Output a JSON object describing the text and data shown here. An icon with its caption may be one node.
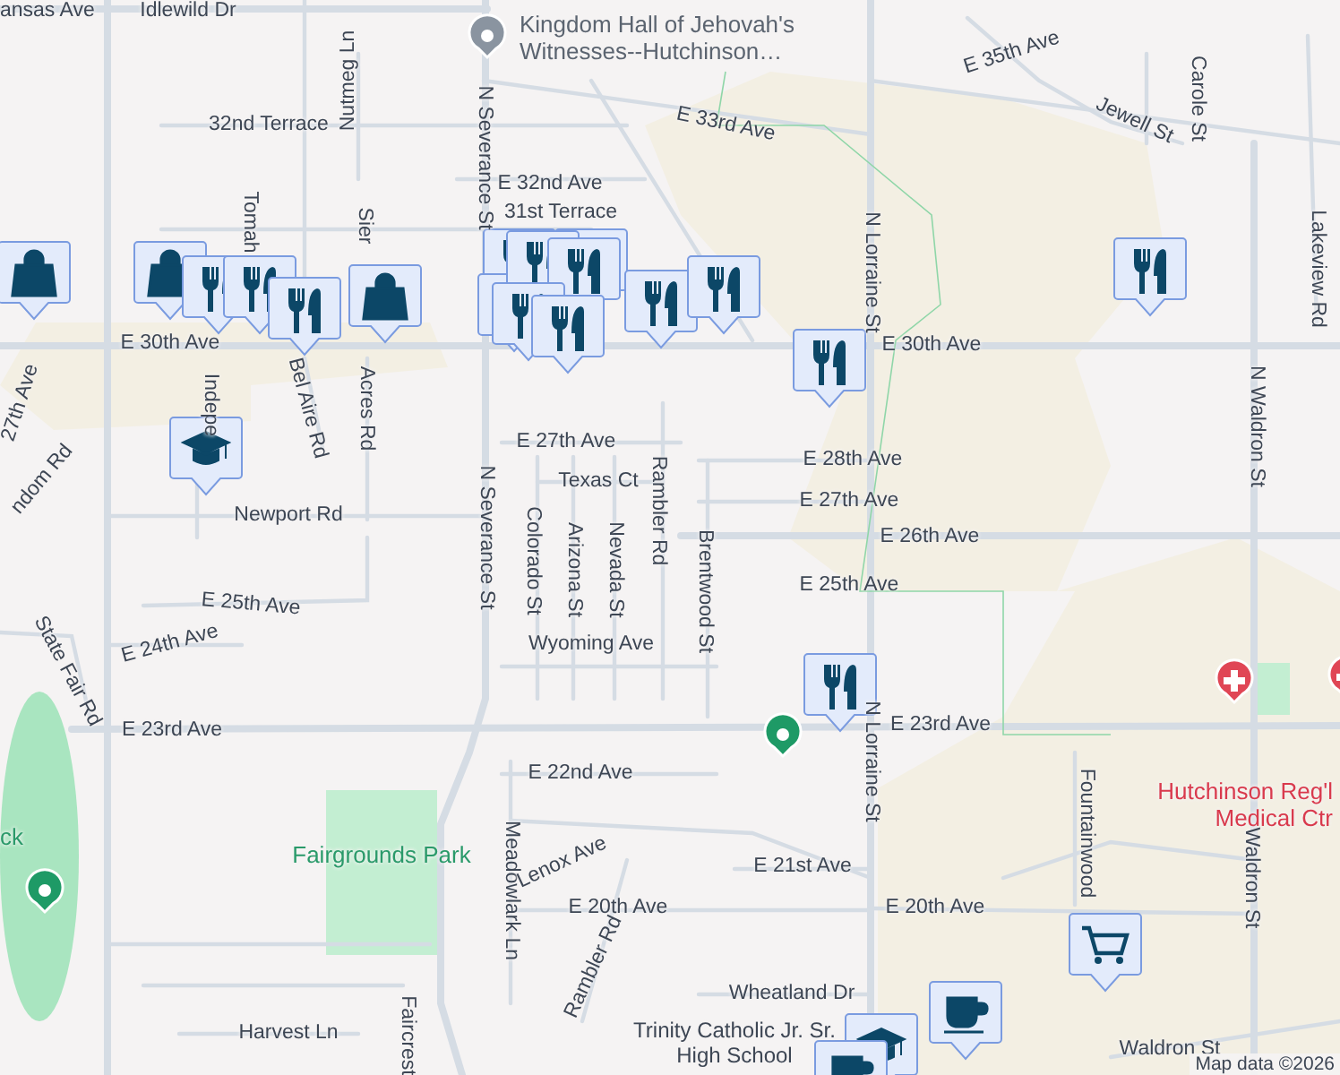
{
  "diagram": {
    "labels": [
      "ansas Ave",
      "Idlewild Dr",
      "Kingdom Hall of Jehovah's Witnesses--Hutchinson…",
      "32nd Terrace",
      "Nutmeg Ln",
      "E 33rd Ave",
      "E 35th Ave",
      "Jewell St",
      "Carole St",
      "N Severance St",
      "E 32nd Ave",
      "31st Terrace",
      "Tomah",
      "Sier",
      "N Lorraine St",
      "Lakeview Rd",
      "E 30th Ave",
      "E 30th Ave",
      "27th Ave",
      "Indepe",
      "Bel Aire Rd",
      "Acres Rd",
      "N Waldron St",
      "E 27th Ave",
      "E 28th Ave",
      "Texas Ct",
      "Rambler Rd",
      "ndom Rd",
      "Newport Rd",
      "E 27th Ave",
      "N Severance St",
      "Colorado St",
      "Arizona St",
      "Nevada St",
      "Brentwood St",
      "E 26th Ave",
      "E 25th Ave",
      "E 25th Ave",
      "E 24th Ave",
      "State Fair Rd",
      "Wyoming Ave",
      "N Lorraine St",
      "E 23rd Ave",
      "E 23rd Ave",
      "Hutchinson Reg'l Medical Ctr",
      "E 22nd Ave",
      "ck",
      "Fairgrounds Park",
      "Meadowlark Ln",
      "Fountainwood",
      "Waldron St",
      "Lenox Ave",
      "E 21st Ave",
      "E 20th Ave",
      "E 20th Ave",
      "Rambler Rd",
      "Wheatland Dr",
      "Faircrest",
      "Harvest Ln",
      "Trinity Catholic Jr. Sr. High School",
      "Waldron St",
      "Map data ©2026"
    ]
  }
}
